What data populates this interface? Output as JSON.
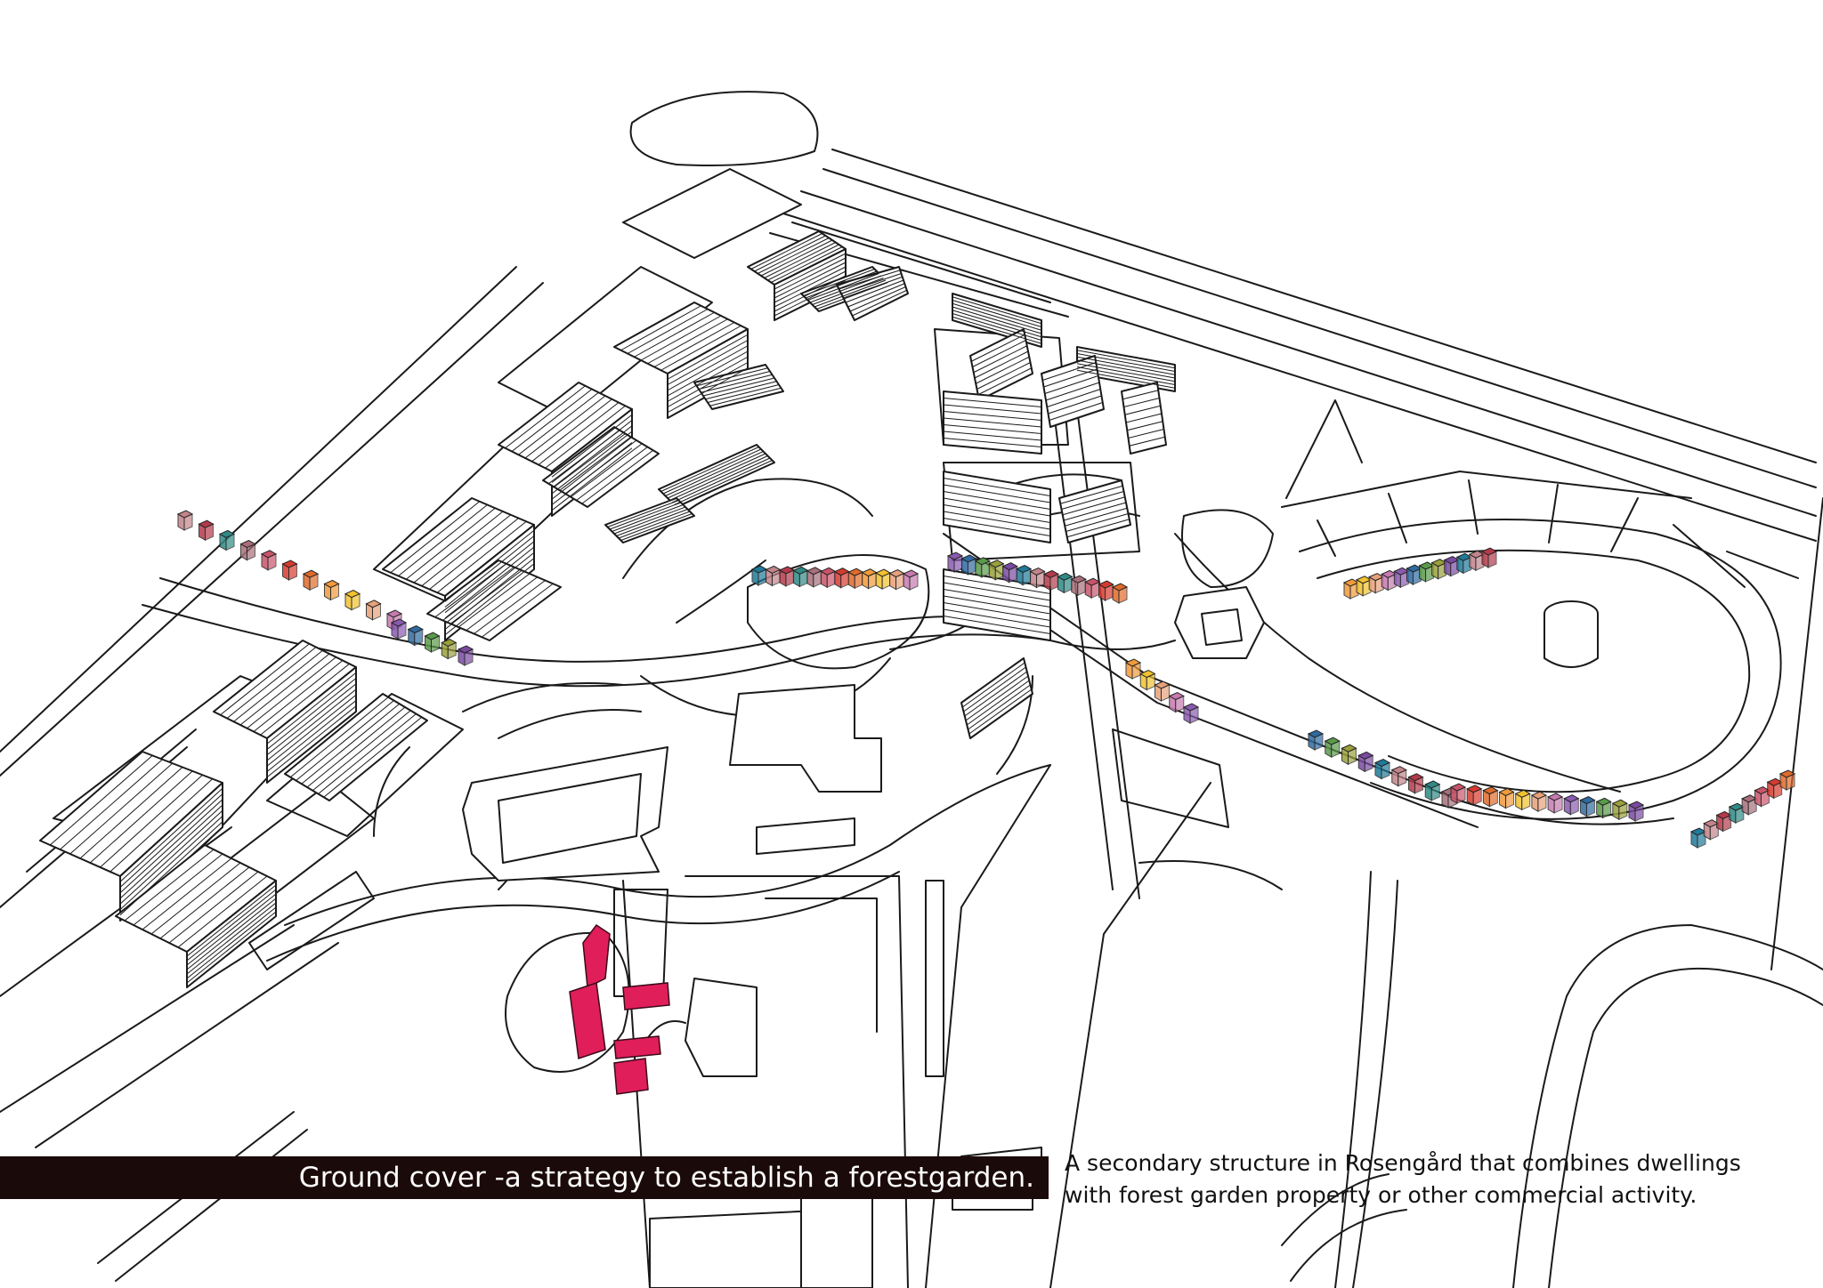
{
  "caption": {
    "title": "Ground cover -a strategy to establish a forestgarden.",
    "description_line1": "A secondary structure in Rosengård that combines dwellings",
    "description_line2": "with forest garden property or other commercial activity."
  },
  "palette": {
    "houses": [
      "#c2848a",
      "#b33a4a",
      "#2f8a86",
      "#a86f7a",
      "#c9546a",
      "#d63a2e",
      "#e06a2a",
      "#f29a3a",
      "#f2c22e",
      "#e8a07a",
      "#c77ab0",
      "#8a5ab0",
      "#2f6aa0",
      "#5a9a4a",
      "#9aa03a",
      "#7a4aa0",
      "#1f7a9a"
    ],
    "highlight": "#e01e5a"
  }
}
